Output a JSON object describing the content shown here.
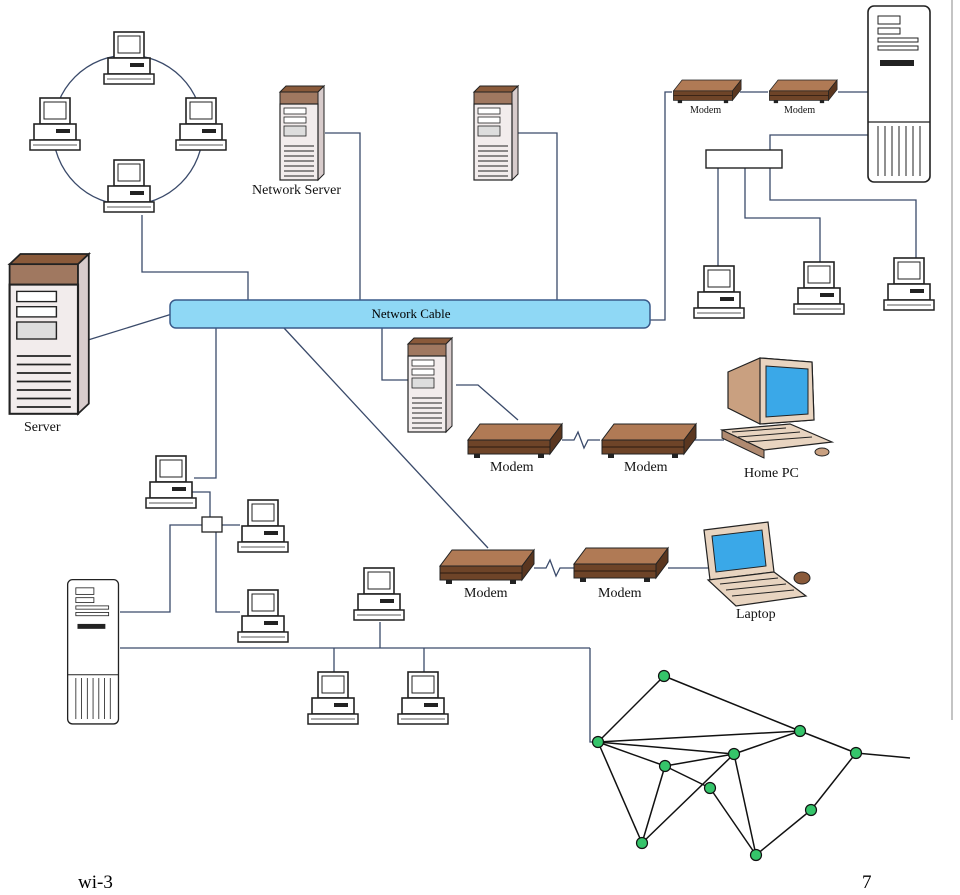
{
  "labels": {
    "network_server": "Network Server",
    "network_cable": "Network Cable",
    "server": "Server",
    "modem": "Modem",
    "home_pc": "Home PC",
    "laptop": "Laptop"
  },
  "footer": {
    "left": "wi-3",
    "page_number": "7"
  },
  "colors": {
    "cable_fill": "#8fd8f5",
    "tower_brown": "#a07860",
    "tower_body": "#f2ecec",
    "modem_brown": "#8a5a3a",
    "screen_blue": "#3aa8e8",
    "mesh_node": "#35c46a",
    "line": "#3a4a6a"
  },
  "icons": [
    "desktop-computer-icon",
    "tower-server-icon",
    "modem-icon",
    "home-pc-icon",
    "laptop-icon",
    "hub-icon"
  ]
}
